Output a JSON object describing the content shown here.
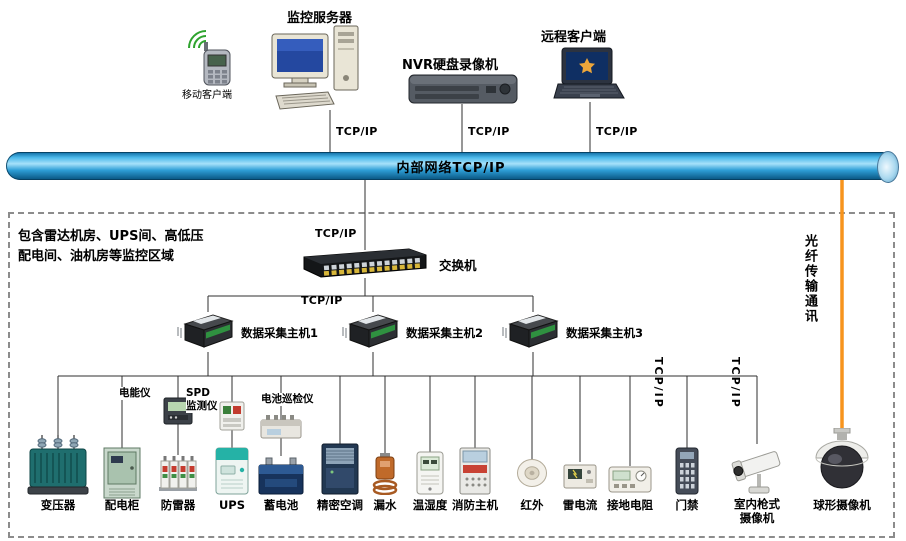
{
  "top": {
    "mobile_client_label": "移动客户端",
    "server_label": "监控服务器",
    "nvr_label": "NVR硬盘录像机",
    "remote_client_label": "远程客户端"
  },
  "network": {
    "tcpip": "TCP/IP",
    "backbone_label": "内部网络TCP/IP",
    "fiber_label": "光纤传输通讯"
  },
  "zone": {
    "desc_line1": "包含雷达机房、UPS间、高低压",
    "desc_line2": "配电间、油机房等监控区域",
    "switch_label": "交换机",
    "collectors": [
      "数据采集主机1",
      "数据采集主机2",
      "数据采集主机3"
    ]
  },
  "meters": {
    "power": "电能仪",
    "spd": "SPD\n监测仪",
    "battery_patrol": "电池巡检仪"
  },
  "devices": {
    "transformer": "变压器",
    "dist_cabinet": "配电柜",
    "surge_protector": "防雷器",
    "ups": "UPS",
    "battery": "蓄电池",
    "precision_ac": "精密空调",
    "water_leak": "漏水",
    "temp_humidity": "温湿度",
    "fire_host": "消防主机",
    "infrared": "红外",
    "lightning_current": "雷电流",
    "ground_resistance": "接地电阻",
    "access_control": "门禁",
    "bullet_camera": "室内枪式\n摄像机",
    "dome_camera": "球形摄像机"
  },
  "colors": {
    "backbone_blue": "#2e9ed6",
    "fiber_orange": "#f7941d"
  }
}
